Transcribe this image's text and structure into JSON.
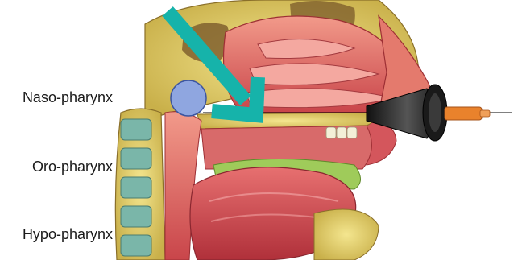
{
  "labels": {
    "naso": "Naso-pharynx",
    "oro": "Oro-pharynx",
    "hypo": "Hypo-pharynx"
  },
  "colors": {
    "arrow": "#16b3aa",
    "marker": "#8fa6e0",
    "speculum": "#2b2b2b",
    "catheter": "#e9822c",
    "tissue": "#e06a6a",
    "bone": "#e8d36a"
  },
  "icons": {
    "arrow": "arrow-icon",
    "marker": "circle-marker-icon",
    "instrument": "nasal-speculum-icon"
  }
}
